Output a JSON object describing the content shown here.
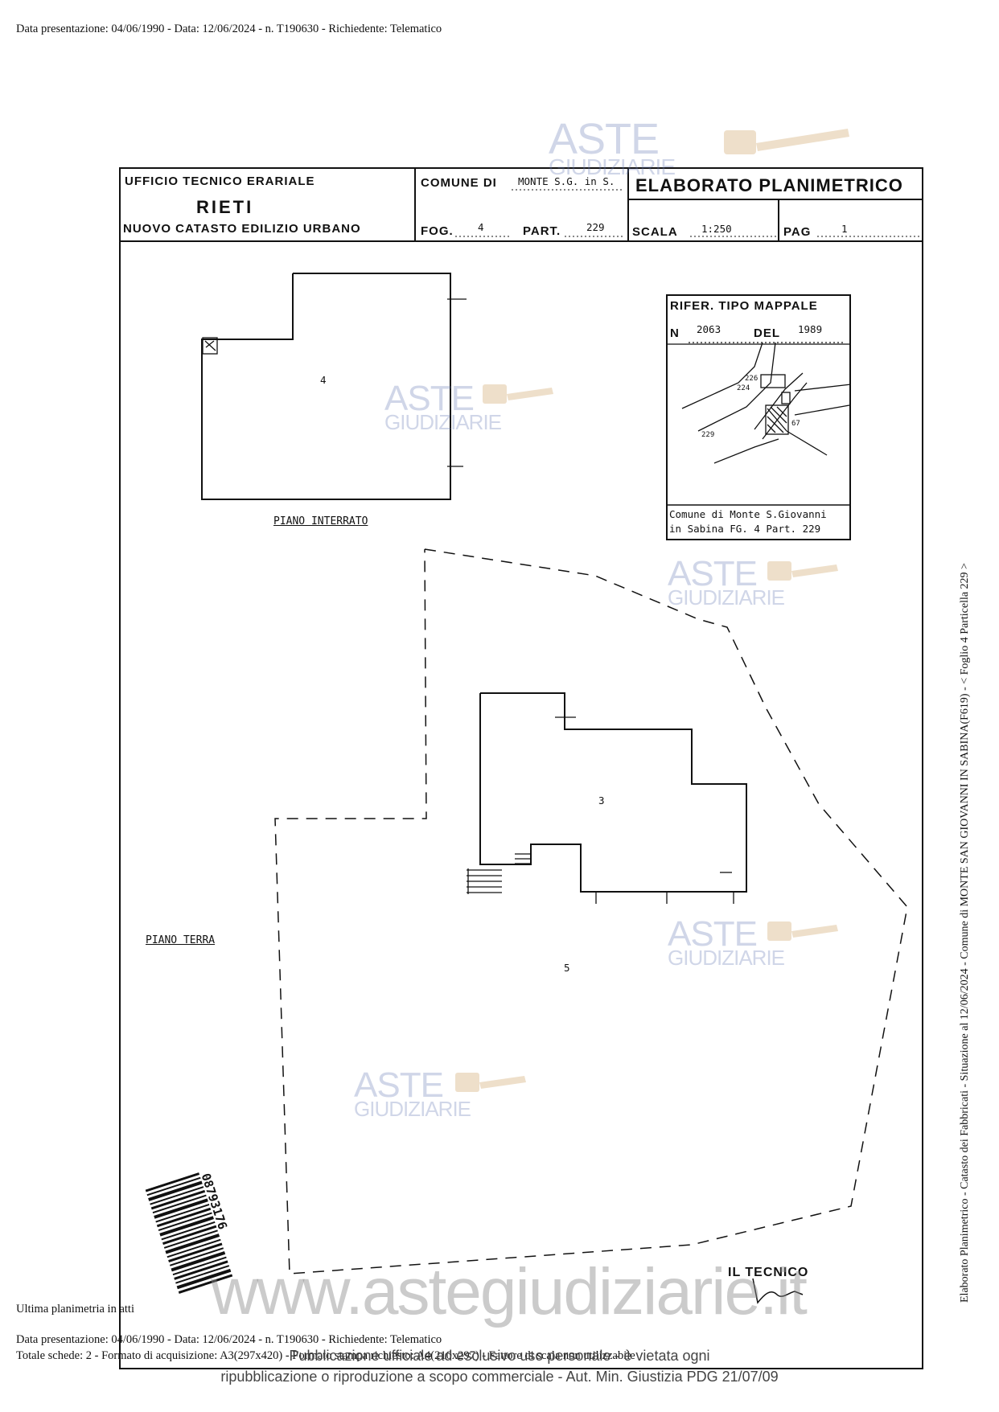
{
  "header": {
    "text": "Data presentazione: 04/06/1990 - Data: 12/06/2024 - n. T190630 - Richiedente: Telematico"
  },
  "titleblock": {
    "office_line1": "UFFICIO TECNICO ERARIALE",
    "office_city": "RIETI",
    "office_line3": "NUOVO CATASTO EDILIZIO URBANO",
    "comune_label": "COMUNE DI",
    "comune_value": "MONTE S.G. in S.",
    "fog_label": "FOG.",
    "fog_value": "4",
    "part_label": "PART.",
    "part_value": "229",
    "doc_title": "ELABORATO PLANIMETRICO",
    "scala_label": "SCALA",
    "scala_value": "1:250",
    "pag_label": "PAG",
    "pag_value": "1"
  },
  "rifer": {
    "title": "RIFER. TIPO MAPPALE",
    "n_label": "N",
    "n_value": "2063",
    "del_label": "DEL",
    "del_value": "1989",
    "map_labels": [
      "226",
      "229",
      "224",
      "67"
    ],
    "caption_line1": "Comune di Monte S.Giovanni",
    "caption_line2": "in Sabina FG. 4 Part. 229"
  },
  "plan": {
    "unit_interrato": "4",
    "label_interrato": "PIANO INTERRATO",
    "unit_building": "3",
    "unit_courtyard": "5",
    "label_terra": "PIANO TERRA",
    "tecnico_label": "IL TECNICO"
  },
  "barcode": {
    "number": "08793176"
  },
  "watermark": {
    "aste": "ASTE",
    "giudiziarie": "GIUDIZIARIE",
    "url": "www.astegiudiziarie.it",
    "notice_line1": "Pubblicazione ufficiale ad esclusivo uso personale - è vietata ogni",
    "notice_line2": "ripubblicazione o riproduzione a scopo commerciale - Aut. Min. Giustizia PDG 21/07/09"
  },
  "side_note": "Elaborato Planimetrico - Catasto dei Fabbricati - Situazione al 12/06/2024 - Comune di MONTE SAN GIOVANNI IN SABINA(F619) - < Foglio 4 Particella 229 >",
  "footer": {
    "line1": "Ultima planimetria in atti",
    "line2": "Data presentazione: 04/06/1990 - Data: 12/06/2024 - n. T190630 - Richiedente: Telematico",
    "line3": "Totale schede: 2 - Formato di acquisizione: A3(297x420) - Formato stampa richiesto: A4(210x297) - Fattore di scala non utilizzabile"
  },
  "colors": {
    "ink": "#111111",
    "watermark": "#6478b4",
    "gavel": "#d9b88a"
  }
}
